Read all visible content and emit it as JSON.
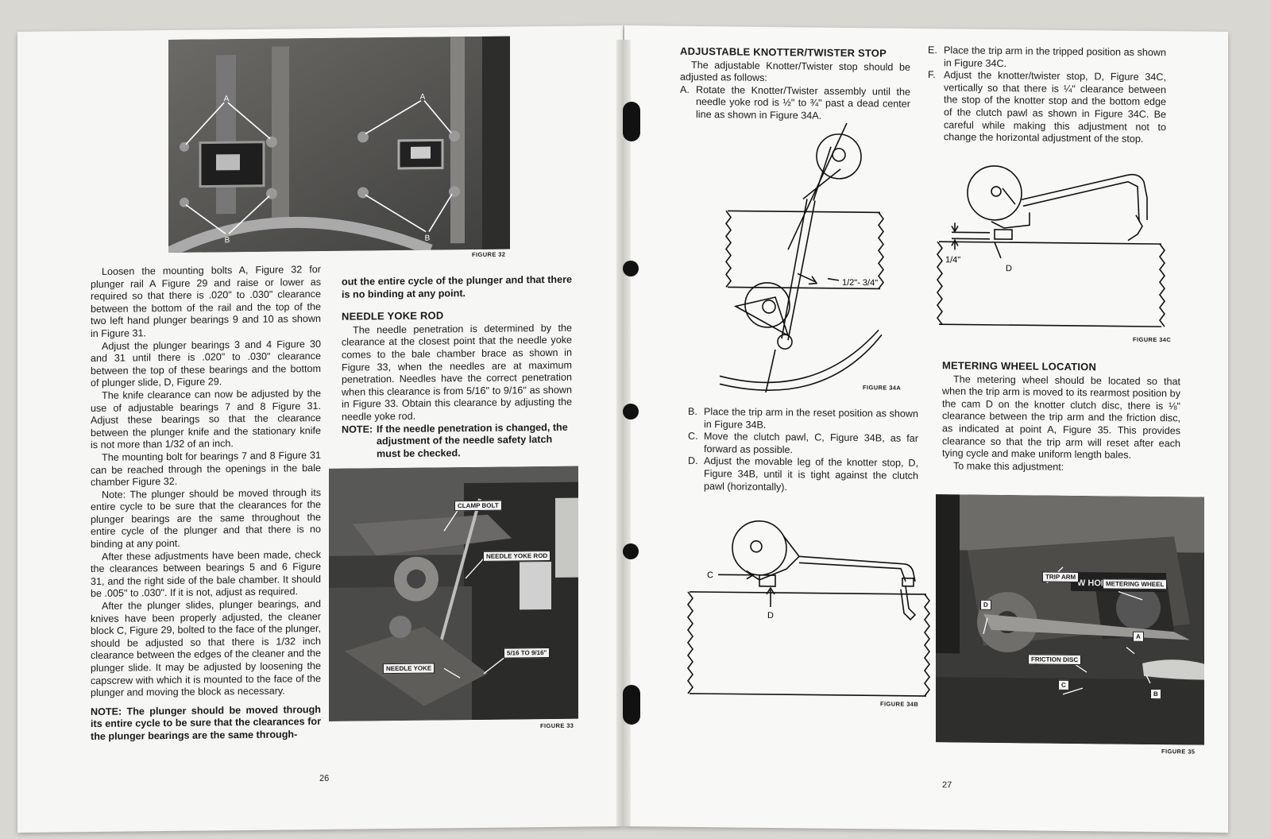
{
  "left_page": {
    "figure32_caption": "FIGURE 32",
    "figure32_labels": {
      "a": "A",
      "b": "B"
    },
    "col1": [
      "Loosen the mounting bolts A, Figure 32 for plunger rail A Figure 29 and raise or lower as required so that there is .020\" to .030\" clearance between the bottom of the rail and the top of the two left hand plunger bearings 9 and 10 as shown in Figure 31.",
      "Adjust the plunger bearings 3 and 4 Figure 30 and 31 until there is .020\" to .030\" clearance between the top of these bearings and the bottom of plunger slide, D, Figure 29.",
      "The knife clearance can now be adjusted by the use of adjustable bearings 7 and 8 Figure 31. Adjust these bearings so that the clearance between the plunger knife and the stationary knife is not more than 1/32 of an inch.",
      "The mounting bolt for bearings 7 and 8 Figure 31 can be reached through the openings in the bale chamber Figure 32.",
      "Note: The plunger should be moved through its entire cycle to be sure that the clearances for the plunger bearings are the same throughout the entire cycle of the plunger and that there is no binding at any point.",
      "After these adjustments have been made, check the clearances between bearings 5 and 6 Figure 31, and the right side of the bale chamber. It should be .005\" to .030\". If it is not, adjust as required.",
      "After the plunger slides, plunger bearings, and knives have been properly adjusted, the cleaner block C, Figure 29, bolted to the face of the plunger, should be adjusted so that there is 1/32 inch clearance between the edges of the cleaner and the plunger slide. It may be adjusted by loosening the capscrew with which it is mounted to the face of the plunger and moving the block as necessary."
    ],
    "col1_note": "NOTE: The plunger should be moved through its entire cycle to be sure that the clearances for the plunger bearings are the same through-",
    "col2_cont": "out the entire cycle of the plunger and that there is no binding at any point.",
    "needle_heading": "NEEDLE YOKE ROD",
    "needle_text": "The needle penetration is determined by the clearance at the closest point that the needle yoke comes to the bale chamber brace as shown in Figure 33, when the needles are at maximum penetration. Needles have the correct penetration when this clearance is from 5/16\" to 9/16\" as shown in Figure 33. Obtain this clearance by adjusting the needle yoke rod.",
    "needle_note_label": "NOTE:",
    "needle_note_text": "If the needle penetration is changed, the adjustment of the needle safety latch must be checked.",
    "figure33_caption": "FIGURE 33",
    "figure33_tags": {
      "clamp_bolt": "CLAMP BOLT",
      "needle_yoke_rod": "NEEDLE YOKE ROD",
      "gap": "5/16 TO 9/16\"",
      "needle_yoke": "NEEDLE YOKE"
    },
    "page_number": "26"
  },
  "right_page": {
    "knotter_heading": "ADJUSTABLE KNOTTER/TWISTER STOP",
    "knotter_intro": "The adjustable Knotter/Twister stop should be adjusted as follows:",
    "steps_col1": [
      {
        "letter": "A.",
        "text": "Rotate the Knotter/Twister assembly until the needle yoke rod is ½\" to ¾\" past a dead center line as shown in Figure 34A."
      }
    ],
    "figure34a_label": "1/2\"- 3/4\"",
    "figure34a_caption": "FIGURE 34A",
    "steps_col1b": [
      {
        "letter": "B.",
        "text": "Place the trip arm in the reset position as shown in Figure 34B."
      },
      {
        "letter": "C.",
        "text": "Move the clutch pawl, C, Figure 34B, as far forward as possible."
      },
      {
        "letter": "D.",
        "text": "Adjust the movable leg of the knotter stop, D, Figure 34B, until it is tight against the clutch pawl (horizontally)."
      }
    ],
    "figure34b_labels": {
      "c": "C",
      "d": "D"
    },
    "figure34b_caption": "FIGURE 34B",
    "steps_col2": [
      {
        "letter": "E.",
        "text": "Place the trip arm in the tripped position as shown in Figure 34C."
      },
      {
        "letter": "F.",
        "text": "Adjust the knotter/twister stop, D, Figure 34C, vertically so that there is ¼\" clearance between the stop of the knotter stop and the bottom edge of the clutch pawl as shown in Figure 34C. Be careful while making this adjustment not to change the horizontal adjustment of the stop."
      }
    ],
    "figure34c_labels": {
      "gap": "1/4\"",
      "d": "D"
    },
    "figure34c_caption": "FIGURE 34C",
    "metering_heading": "METERING WHEEL LOCATION",
    "metering_text": "The metering wheel should be located so that when the trip arm is moved to its rearmost position by the cam D on the knotter clutch disc, there is ⅛\" clearance between the trip arm and the friction disc, as indicated at point A, Figure 35. This provides clearance so that the trip arm will reset after each tying cycle and make uniform length bales.",
    "metering_text2": "To make this adjustment:",
    "figure35_tags": {
      "trip_arm": "TRIP ARM",
      "metering_wheel": "METERING WHEEL",
      "friction_disc": "FRICTION DISC",
      "d": "D",
      "a": "A",
      "b": "B",
      "c": "C",
      "brand": "W HOLLAND"
    },
    "figure35_caption": "FIGURE 35",
    "page_number": "27"
  }
}
